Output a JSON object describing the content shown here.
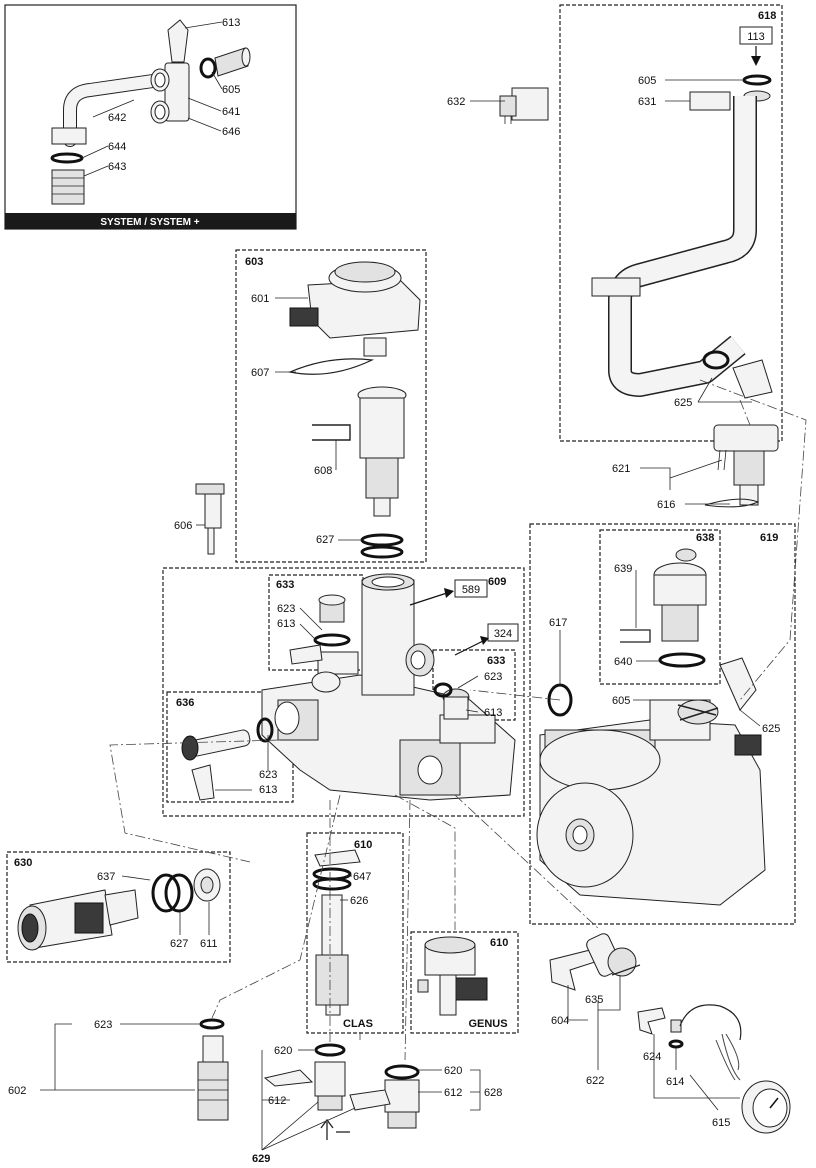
{
  "inset": {
    "caption": "SYSTEM / SYSTEM +"
  },
  "groups": {
    "g603": "603",
    "g618": "618",
    "g619": "619",
    "g638": "638",
    "g633a": "633",
    "g633b": "633",
    "g609": "609",
    "g636": "636",
    "g630": "630",
    "g610a": "610",
    "g610b": "610"
  },
  "boxed_refs": {
    "r113": "113",
    "r589": "589",
    "r324": "324"
  },
  "variants": {
    "clas": "CLAS",
    "genus": "GENUS"
  },
  "callouts": {
    "c613a": "613",
    "c605a": "605",
    "c642": "642",
    "c641": "641",
    "c646": "646",
    "c644": "644",
    "c643": "643",
    "c632": "632",
    "c605b": "605",
    "c631": "631",
    "c625a": "625",
    "c621": "621",
    "c616": "616",
    "c601": "601",
    "c607": "607",
    "c608": "608",
    "c606": "606",
    "c627a": "627",
    "c623a": "623",
    "c613b": "613",
    "c623b": "623",
    "c613c": "613",
    "c623c": "623",
    "c613d": "613",
    "c617": "617",
    "c639": "639",
    "c640": "640",
    "c605c": "605",
    "c625b": "625",
    "c637": "637",
    "c627b": "627",
    "c611": "611",
    "c647": "647",
    "c626": "626",
    "c623d": "623",
    "c602": "602",
    "c620a": "620",
    "c620b": "620",
    "c612a": "612",
    "c612b": "612",
    "c628": "628",
    "c629": "629",
    "c604": "604",
    "c635": "635",
    "c622": "622",
    "c624": "624",
    "c614": "614",
    "c615": "615"
  }
}
